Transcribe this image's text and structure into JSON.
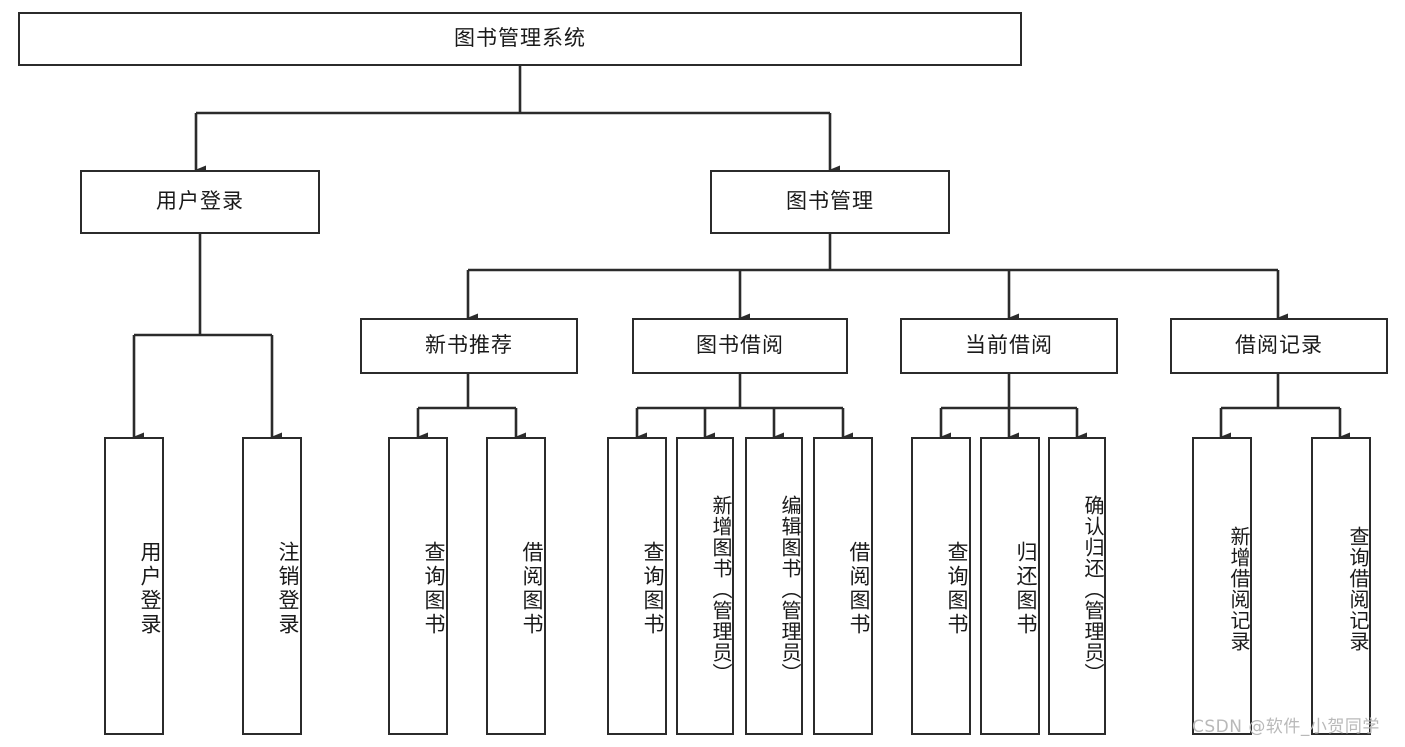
{
  "diagram": {
    "title": "图书管理系统",
    "type": "hierarchy-tree",
    "root": {
      "id": "root",
      "label": "图书管理系统"
    },
    "level2": [
      {
        "id": "user-login",
        "label": "用户登录"
      },
      {
        "id": "book-management",
        "label": "图书管理"
      }
    ],
    "level3": [
      {
        "id": "new-book-recommend",
        "label": "新书推荐"
      },
      {
        "id": "book-borrow",
        "label": "图书借阅"
      },
      {
        "id": "current-borrow",
        "label": "当前借阅"
      },
      {
        "id": "borrow-record",
        "label": "借阅记录"
      }
    ],
    "leaves": [
      {
        "id": "leaf-user-login",
        "label": "用户登录",
        "parent": "user-login"
      },
      {
        "id": "leaf-logout-login",
        "label": "注销登录",
        "parent": "user-login"
      },
      {
        "id": "leaf-query-book-1",
        "label": "查询图书",
        "parent": "new-book-recommend"
      },
      {
        "id": "leaf-borrow-book-1",
        "label": "借阅图书",
        "parent": "new-book-recommend"
      },
      {
        "id": "leaf-query-book-2",
        "label": "查询图书",
        "parent": "book-borrow"
      },
      {
        "id": "leaf-add-book",
        "label": "新增图书（管理员）",
        "parent": "book-borrow"
      },
      {
        "id": "leaf-edit-book",
        "label": "编辑图书（管理员）",
        "parent": "book-borrow"
      },
      {
        "id": "leaf-borrow-book-2",
        "label": "借阅图书",
        "parent": "book-borrow"
      },
      {
        "id": "leaf-query-book-3",
        "label": "查询图书",
        "parent": "current-borrow"
      },
      {
        "id": "leaf-return-book",
        "label": "归还图书",
        "parent": "current-borrow"
      },
      {
        "id": "leaf-confirm-return",
        "label": "确认归还（管理员）",
        "parent": "current-borrow"
      },
      {
        "id": "leaf-add-record",
        "label": "新增借阅记录",
        "parent": "borrow-record"
      },
      {
        "id": "leaf-query-record",
        "label": "查询借阅记录",
        "parent": "borrow-record"
      }
    ],
    "watermark": "CSDN @软件_小贺同学",
    "colors": {
      "stroke": "#2b2b2b",
      "fill": "#ffffff",
      "text": "#1a1a1a",
      "watermark": "#b9b9b9"
    }
  }
}
